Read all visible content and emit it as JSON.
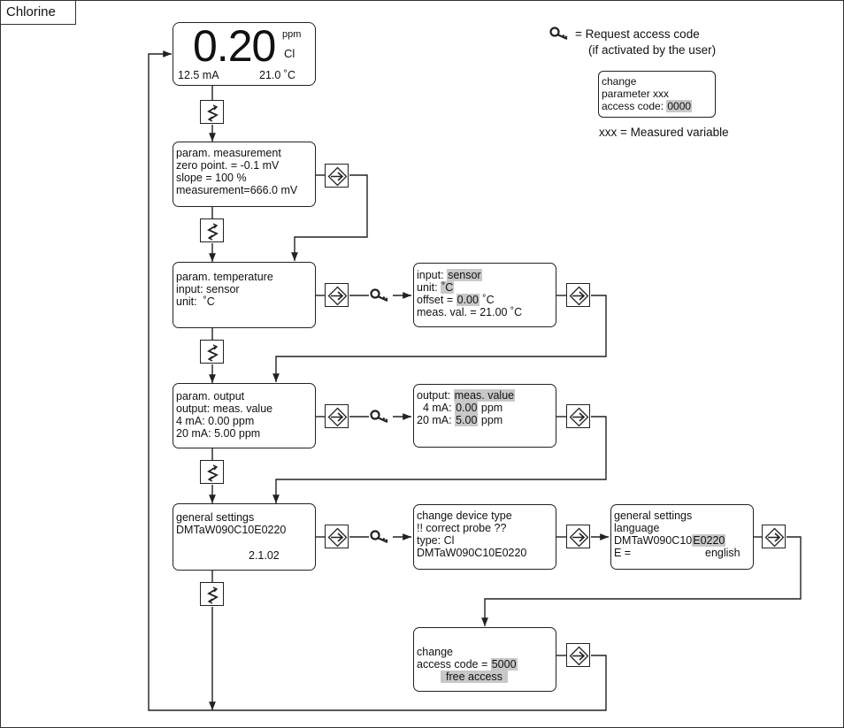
{
  "header": {
    "label": "Chlorine"
  },
  "legend": {
    "key_line1": "= Request access code",
    "key_line2": "(if activated by the user)",
    "example_box": {
      "line1": "change",
      "line2": "parameter xxx",
      "line3_prefix": "access code: ",
      "line3_value": "0000"
    },
    "xxx_note": "xxx = Measured variable",
    "key_icon": "key-icon"
  },
  "display": {
    "value": "0.20",
    "unit": "ppm",
    "species": "Cl",
    "current": "12.5 mA",
    "temperature": "21.0 ˚C"
  },
  "menus": {
    "measurement": {
      "l1": "param. measurement",
      "l2": "zero point. = -0.1 mV",
      "l3": "slope = 100 %",
      "l4": "measurement=666.0 mV"
    },
    "temperature": {
      "l1": "param. temperature",
      "l2": "input: sensor",
      "l3": "unit:  ˚C"
    },
    "temperature_edit": {
      "input_label": "input: ",
      "input_value": "sensor",
      "unit_label": "unit: ",
      "unit_value": "˚C",
      "offset_label": "offset = ",
      "offset_value": "0.00",
      "offset_unit": " ˚C",
      "meas": "meas. val. = 21.00 ˚C"
    },
    "output": {
      "l1": "param. output",
      "l2": "output: meas. value",
      "l3": "4 mA: 0.00 ppm",
      "l4": "20 mA: 5.00 ppm"
    },
    "output_edit": {
      "output_label": "output: ",
      "output_value": "meas. value",
      "l2_label": "  4 mA: ",
      "l2_value": "0.00",
      "l2_unit": " ppm",
      "l3_label": "20 mA: ",
      "l3_value": "5.00",
      "l3_unit": " ppm"
    },
    "general": {
      "l1": "general settings",
      "l2": "DMTaW090C10E0220",
      "l3": "2.1.02"
    },
    "device_type": {
      "l1": "change device type",
      "l2": "!! correct probe ??",
      "l3": "type: Cl",
      "l4": "DMTaW090C10E0220"
    },
    "language": {
      "l1": "general settings",
      "l2": "language",
      "l3_prefix": "DMTaW090C10",
      "l3_value": "E0220",
      "l4_label": "E =",
      "l4_value": "english"
    },
    "access": {
      "l1": "change",
      "l2_label": "access code = ",
      "l2_value": "5000",
      "l3_value": "free access"
    }
  },
  "icons": {
    "enter": "enter-arrow-icon",
    "next": "next-menu-icon",
    "key": "key-icon"
  }
}
